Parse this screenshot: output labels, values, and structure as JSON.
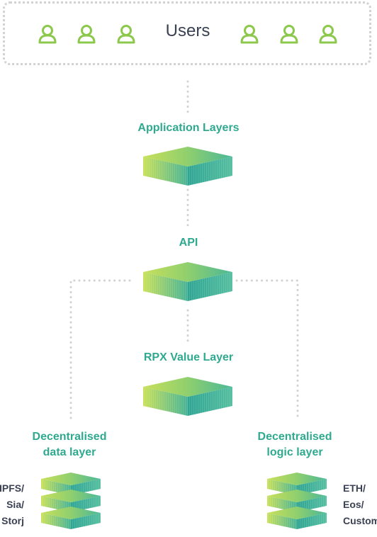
{
  "users_label": "Users",
  "layers": {
    "application": "Application Layers",
    "api": "API",
    "value": "RPX Value Layer"
  },
  "data_layer": {
    "line1": "Decentralised",
    "line2": "data layer",
    "storage": [
      "IPFS/",
      "Sia/",
      "Storj"
    ]
  },
  "logic_layer": {
    "line1": "Decentralised",
    "line2": "logic layer",
    "chains": [
      "ETH/",
      "Eos/",
      "Custom"
    ]
  },
  "icons": {
    "user": "user-icon",
    "layer_block": "layer-block-icon"
  },
  "colors": {
    "accent": "#2fa98f",
    "user_icon": "#8cc84b",
    "dots": "#d2d2d2",
    "text_dark": "#3a4152"
  }
}
